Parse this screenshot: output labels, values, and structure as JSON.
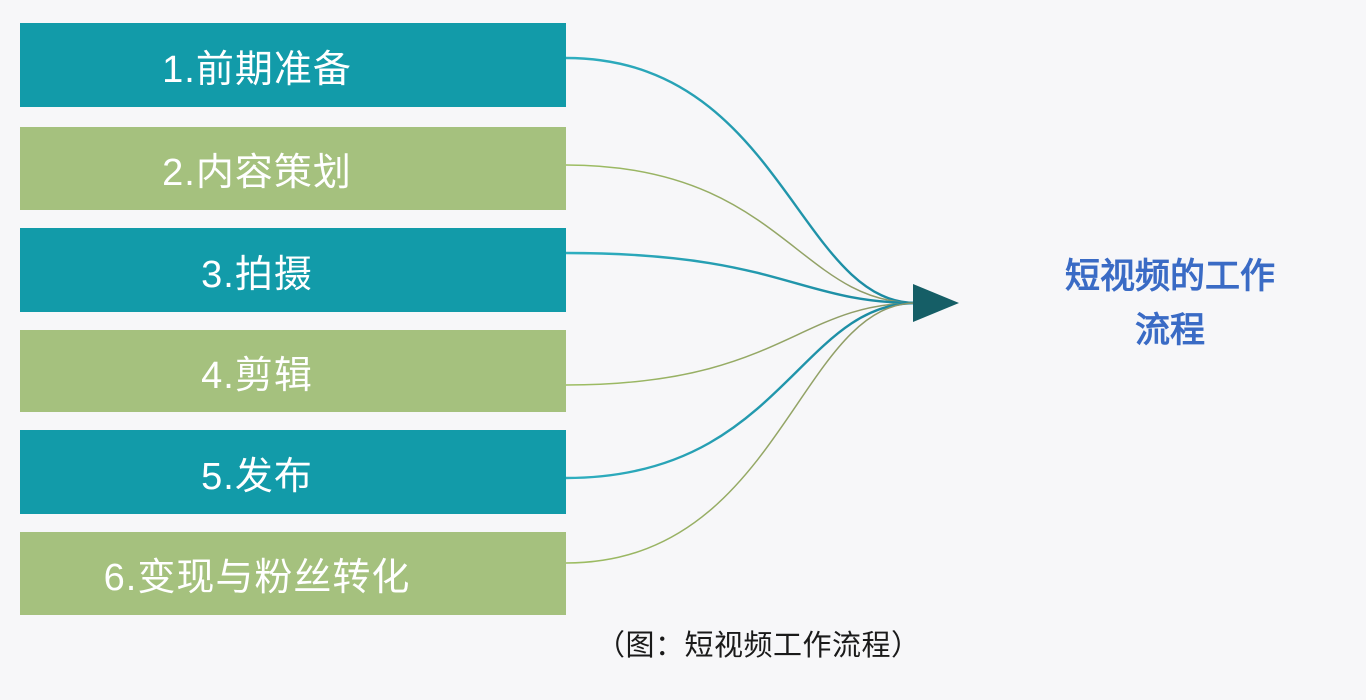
{
  "steps": [
    {
      "label": "1.前期准备",
      "color": "teal"
    },
    {
      "label": "2.内容策划",
      "color": "green"
    },
    {
      "label": "3.拍摄",
      "color": "teal"
    },
    {
      "label": "4.剪辑",
      "color": "green"
    },
    {
      "label": "5.发布",
      "color": "teal"
    },
    {
      "label": "6.变现与粉丝转化",
      "color": "green"
    }
  ],
  "result": {
    "line1": "短视频的工作",
    "line2": "流程"
  },
  "caption": "（图：短视频工作流程）",
  "colors": {
    "page_bg": "#f7f7f9",
    "teal_bar": "#129BA9",
    "green_bar": "#A5C17E",
    "bar_text": "#ffffff",
    "teal_line_start": "#2FAFC0",
    "teal_line_end": "#19879F",
    "green_line_start": "#9DBE62",
    "green_line_end": "#8E9668",
    "arrow": "#155E66",
    "title_text": "#3A6BC5",
    "caption_text": "#1a1a1a"
  }
}
